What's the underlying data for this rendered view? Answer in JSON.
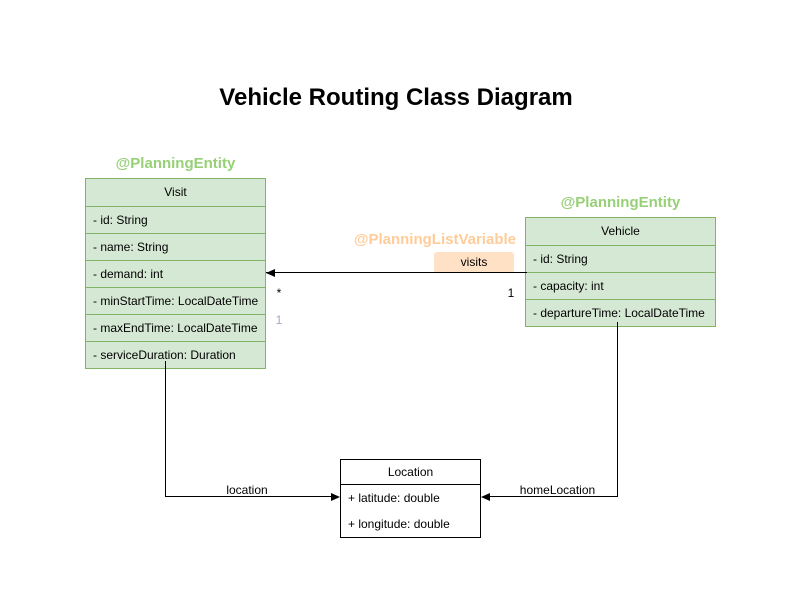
{
  "title": "Vehicle Routing Class Diagram",
  "colors": {
    "class_fill_green": "#d5e8d4",
    "class_stroke_green": "#82b366",
    "annotation_green": "#97d077",
    "annotation_orange": "#ffcc99",
    "badge_fill": "#ffe2c6",
    "multiplicity_purple": "#b1a0c7",
    "edge_black": "#000000"
  },
  "classes": {
    "visit": {
      "annotation": "@PlanningEntity",
      "name": "Visit",
      "attributes": [
        "- id: String",
        "- name: String",
        "- demand: int",
        "- minStartTime: LocalDateTime",
        "- maxEndTime: LocalDateTime",
        "- serviceDuration: Duration"
      ]
    },
    "vehicle": {
      "annotation": "@PlanningEntity",
      "name": "Vehicle",
      "attributes": [
        "- id: String",
        "- capacity: int",
        "- departureTime: LocalDateTime"
      ]
    },
    "location": {
      "name": "Location",
      "attributes": [
        "+ latitude: double",
        "+ longitude: double"
      ]
    }
  },
  "relations": {
    "visits": {
      "annotation": "@PlanningListVariable",
      "label": "visits",
      "multiplicity_source": "1",
      "multiplicity_target": "*",
      "multiplicity_secondary": "1"
    },
    "location": {
      "label": "location"
    },
    "homeLocation": {
      "label": "homeLocation"
    }
  }
}
